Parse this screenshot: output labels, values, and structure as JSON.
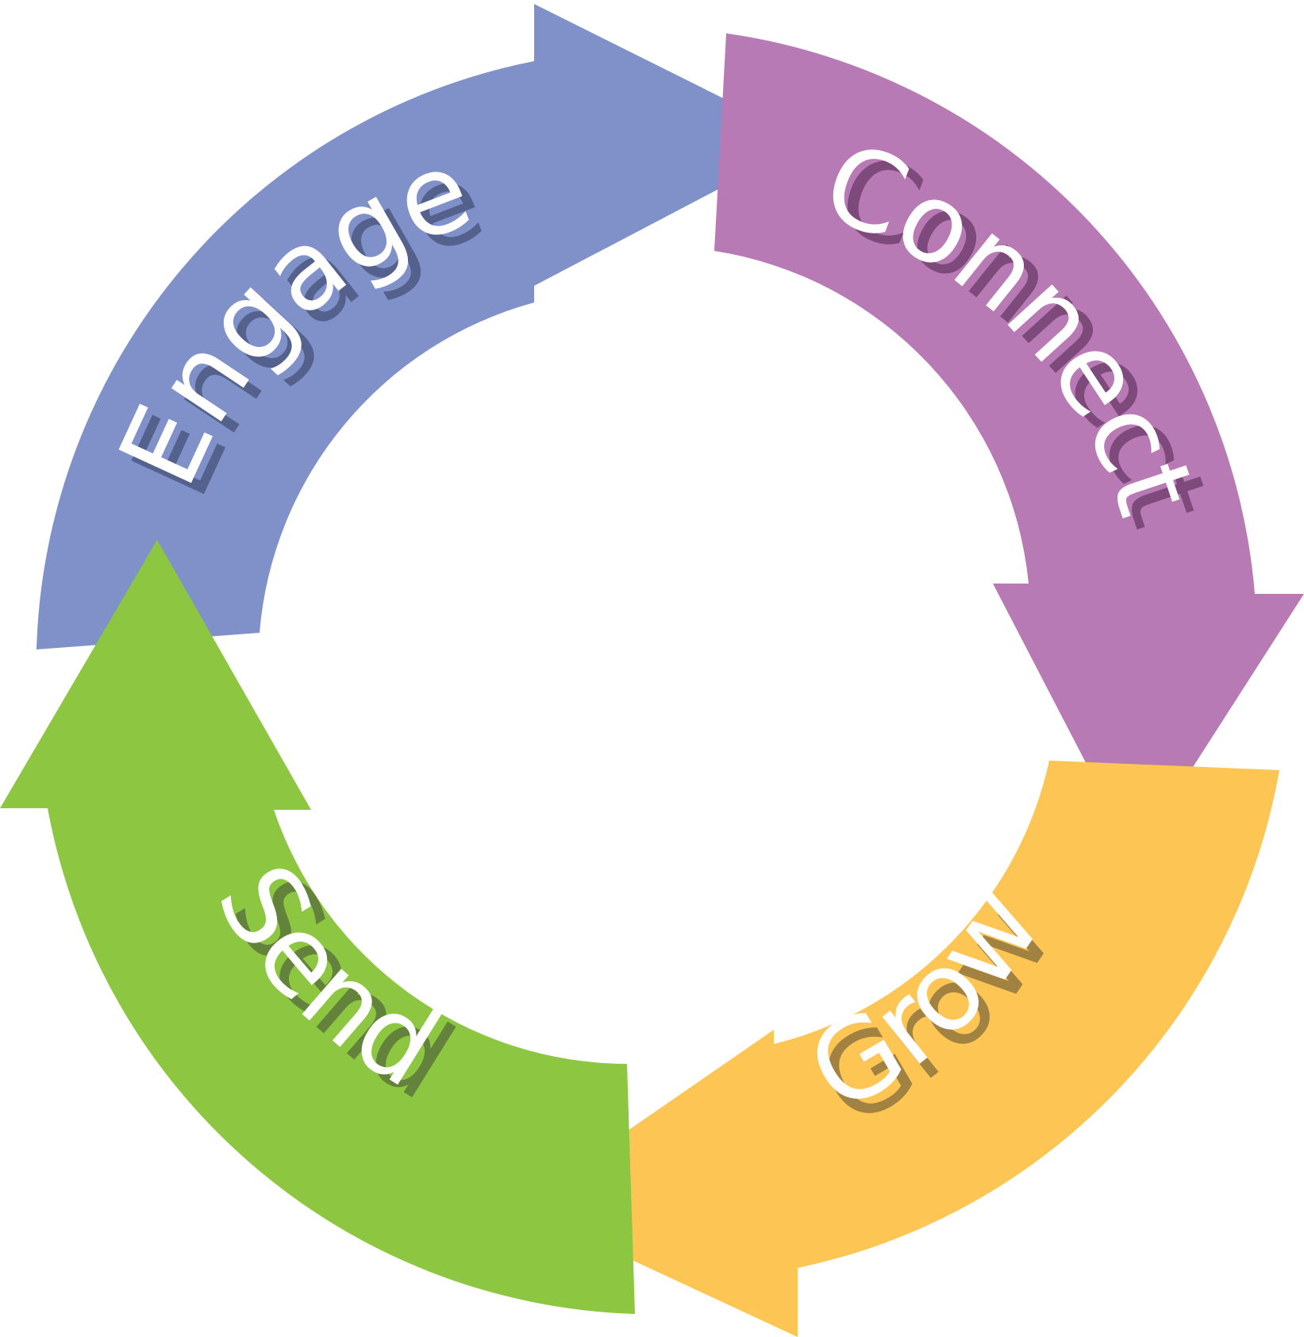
{
  "diagram": {
    "steps": [
      {
        "label": "Engage",
        "color": "#7f91c8",
        "shadow_color": "#3a4468"
      },
      {
        "label": "Connect",
        "color": "#b87ab5",
        "shadow_color": "#5a2e58"
      },
      {
        "label": "Grow",
        "color": "#fdc553",
        "shadow_color": "#6b5a35"
      },
      {
        "label": "Send",
        "color": "#8dc641",
        "shadow_color": "#4a5a3a"
      }
    ],
    "background_color": "#ffffff"
  }
}
